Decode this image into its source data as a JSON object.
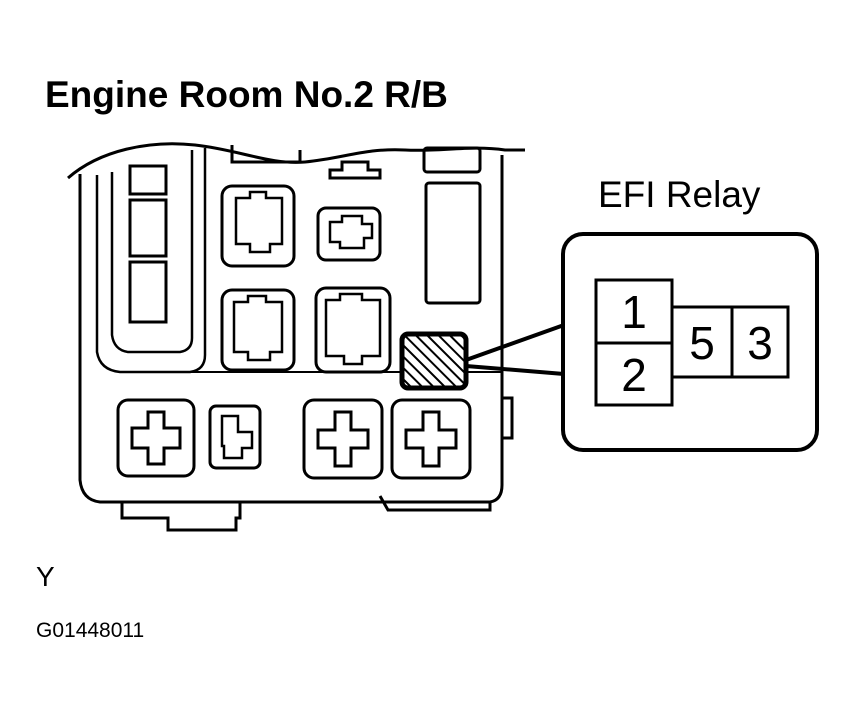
{
  "diagram": {
    "title": "Engine Room No.2 R/B",
    "relay_label": "EFI Relay",
    "pins": {
      "top_left": "1",
      "bottom_left": "2",
      "middle": "5",
      "right": "3"
    },
    "letter": "Y",
    "figure_code": "G01448011"
  }
}
